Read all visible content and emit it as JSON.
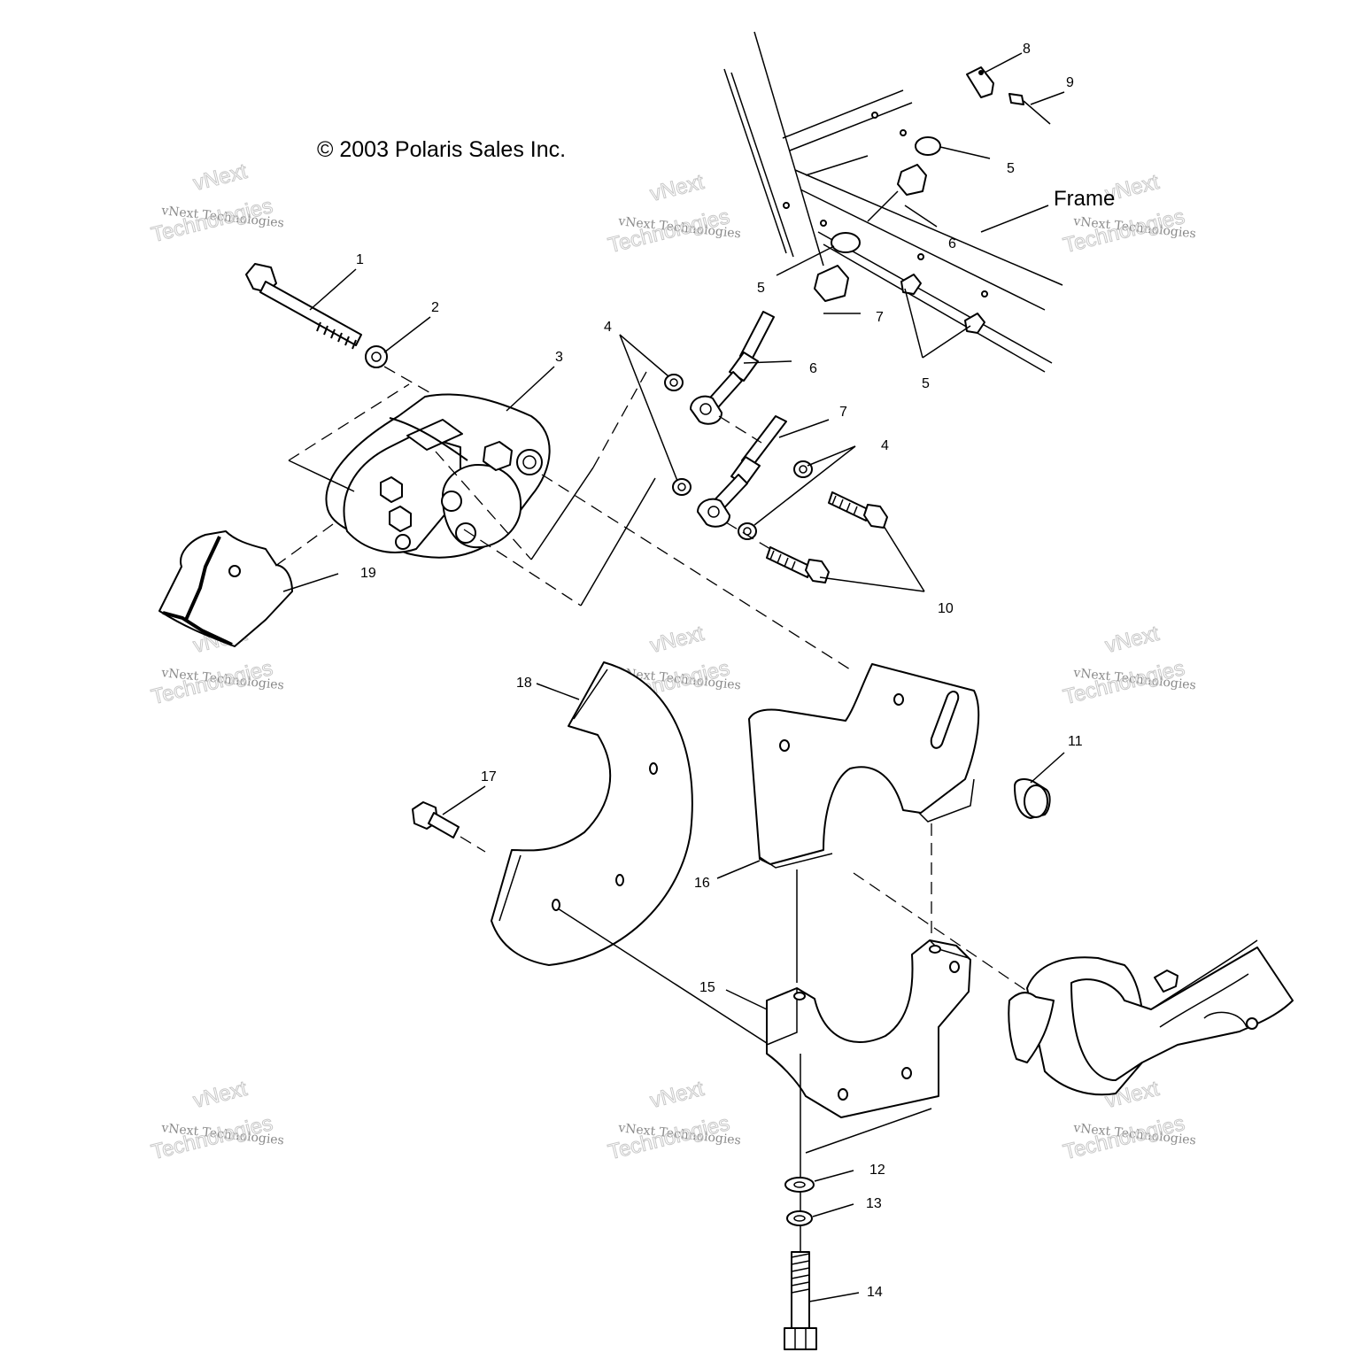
{
  "copyright": "© 2003 Polaris Sales Inc.",
  "frame_label": "Frame",
  "watermark": {
    "line1": "vNext",
    "line2": "vNext Technologies",
    "line3": "Technologies"
  },
  "callouts": {
    "c1": "1",
    "c2": "2",
    "c3": "3",
    "c4a": "4",
    "c4b": "4",
    "c5a": "5",
    "c5b": "5",
    "c5c": "5",
    "c6a": "6",
    "c6b": "6",
    "c7a": "7",
    "c7b": "7",
    "c8": "8",
    "c9": "9",
    "c10": "10",
    "c11": "11",
    "c12": "12",
    "c13": "13",
    "c14": "14",
    "c15": "15",
    "c16": "16",
    "c17": "17",
    "c18": "18",
    "c19": "19"
  }
}
